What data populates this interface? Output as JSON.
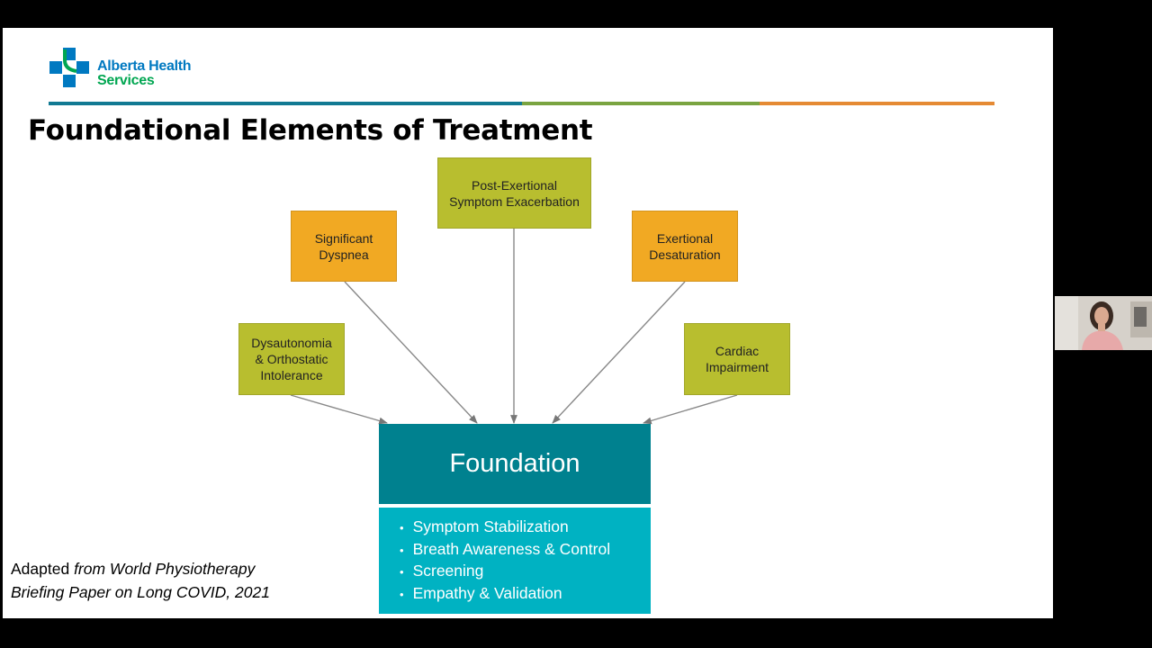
{
  "logo": {
    "line1": "Alberta Health",
    "line2": "Services"
  },
  "colors": {
    "rule_teal": "#127a93",
    "rule_green": "#7aa441",
    "rule_orange": "#e58a34",
    "olive_box": "#b8be2f",
    "orange_box": "#f1a923",
    "foundation": "#00818f",
    "details": "#00b2c2"
  },
  "title": "Foundational Elements of Treatment",
  "diagram": {
    "nodes": [
      {
        "label": "Post-Exertional\nSymptom Exacerbation",
        "color": "olive"
      },
      {
        "label": "Significant\nDyspnea",
        "color": "orange"
      },
      {
        "label": "Exertional\nDesaturation",
        "color": "orange"
      },
      {
        "label": "Dysautonomia\n& Orthostatic\nIntolerance",
        "color": "olive"
      },
      {
        "label": "Cardiac\nImpairment",
        "color": "olive"
      }
    ],
    "foundation": "Foundation",
    "details": [
      "Symptom Stabilization",
      "Breath Awareness & Control",
      "Screening",
      "Empathy & Validation"
    ]
  },
  "citation": {
    "prefix": "Adapted ",
    "italic1": "from World Physiotherapy",
    "italic2": "Briefing Paper on Long COVID, 2021"
  }
}
